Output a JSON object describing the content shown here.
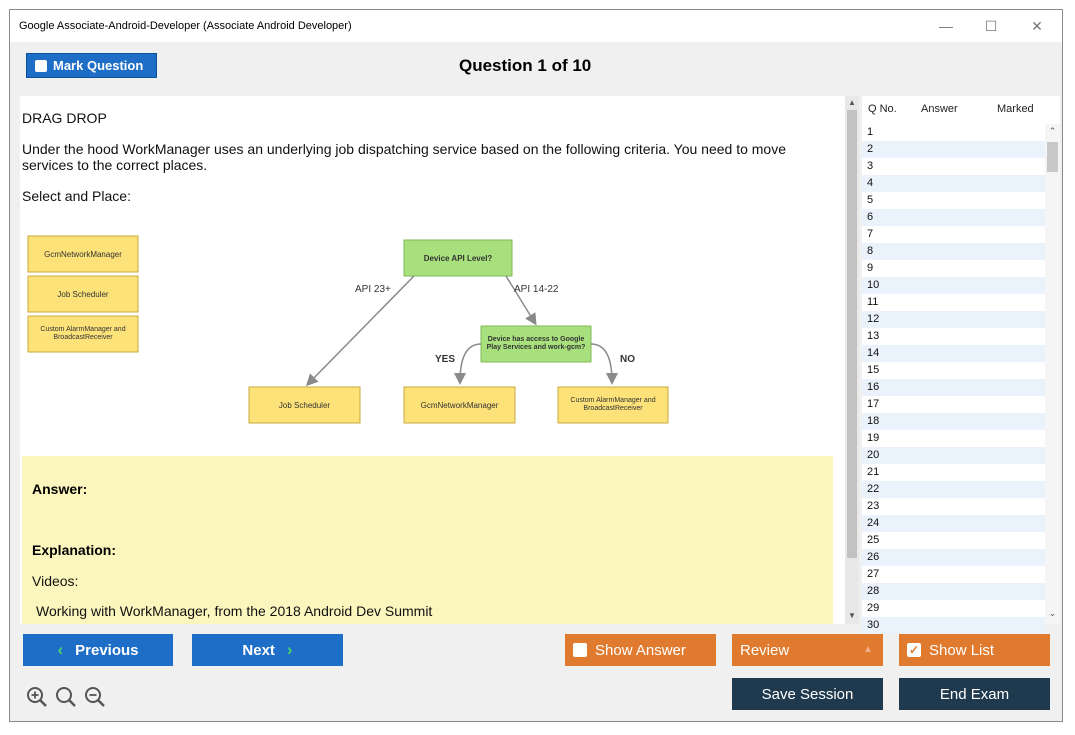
{
  "window": {
    "title": "Google Associate-Android-Developer (Associate Android Developer)",
    "controls": {
      "minimize": "—",
      "maximize": "☐",
      "close": "✕"
    }
  },
  "header": {
    "mark_label": "Mark Question",
    "question_title": "Question 1 of 10"
  },
  "question": {
    "type": "DRAG DROP",
    "text": "Under the hood WorkManager uses an underlying job dispatching service based on the following criteria. You need to move services to the correct places.",
    "instruction": "Select and Place:"
  },
  "diagram": {
    "sources": [
      "GcmNetworkManager",
      "Job Scheduler",
      "Custom AlarmManager and BroadcastReceiver"
    ],
    "root": "Device API Level?",
    "edge_left": "API 23+",
    "edge_right": "API 14-22",
    "decision": "Device has access to Google Play Services and work-gcm?",
    "yes": "YES",
    "no": "NO",
    "targets": [
      "Job Scheduler",
      "GcmNetworkManager",
      "Custom AlarmManager and BroadcastReceiver"
    ]
  },
  "answer_section": {
    "answer_label": "Answer:",
    "explanation_label": "Explanation:",
    "videos_label": "Videos:",
    "video_item": "Working with WorkManager, from the 2018 Android Dev Summit"
  },
  "question_list": {
    "columns": [
      "Q No.",
      "Answer",
      "Marked"
    ],
    "rows": [
      "1",
      "2",
      "3",
      "4",
      "5",
      "6",
      "7",
      "8",
      "9",
      "10",
      "11",
      "12",
      "13",
      "14",
      "15",
      "16",
      "17",
      "18",
      "19",
      "20",
      "21",
      "22",
      "23",
      "24",
      "25",
      "26",
      "27",
      "28",
      "29",
      "30"
    ]
  },
  "buttons": {
    "previous": "Previous",
    "next": "Next",
    "show_answer": "Show Answer",
    "review": "Review",
    "show_list": "Show List",
    "save_session": "Save Session",
    "end_exam": "End Exam"
  },
  "colors": {
    "accent_blue": "#1e6ec8",
    "orange": "#e07a2e",
    "dark": "#1f3a4e",
    "answer_bg": "#fbf6bd",
    "box_yellow": "#fde27a",
    "box_green": "#a8e07d"
  }
}
